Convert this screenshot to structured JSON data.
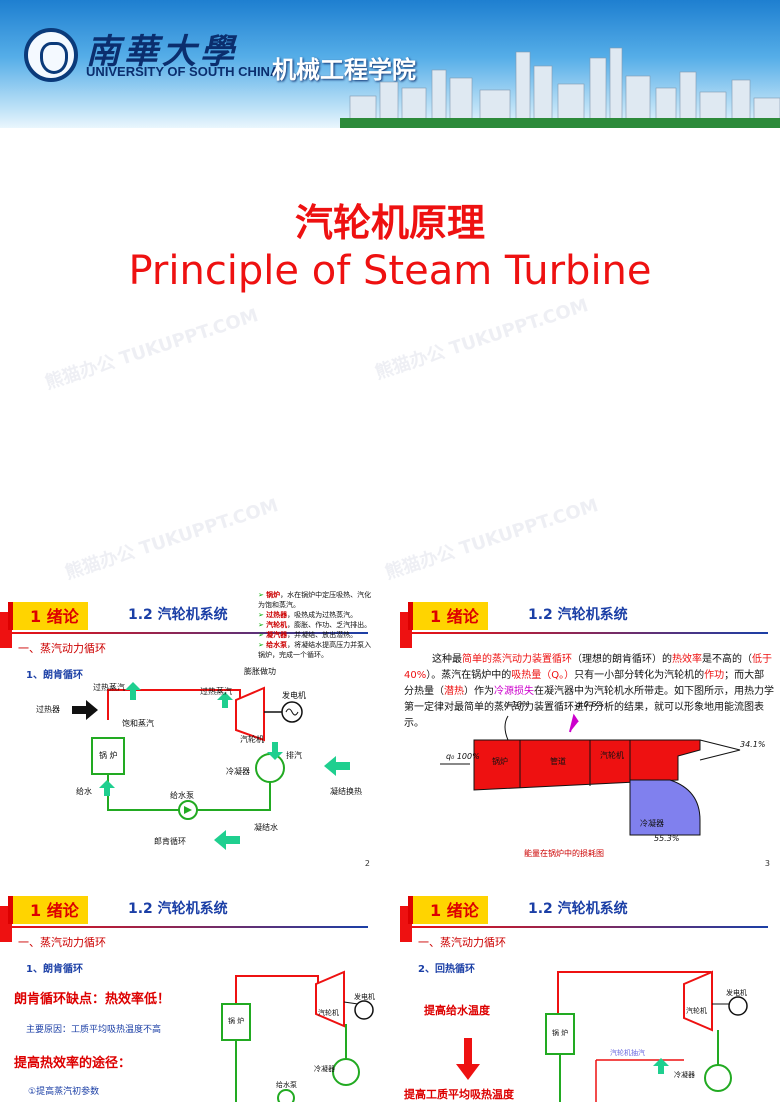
{
  "header": {
    "university_cn": "南華大學",
    "university_en": "UNIVERSITY OF SOUTH CHINA",
    "college": "机械工程学院"
  },
  "cover": {
    "title_cn": "汽轮机原理",
    "title_en": "Principle of Steam Turbine"
  },
  "watermark": "熊猫办公 TUKUPPT.COM",
  "slides": [
    {
      "chapter": "1 绪论",
      "topic": "1.2 汽轮机系统",
      "section": "一、蒸汽动力循环",
      "subsection": "1、朗肯循环",
      "notes": [
        {
          "term": "锅炉",
          "text": "，水在锅炉中定压吸热、汽化为饱和蒸汽。"
        },
        {
          "term": "过热器",
          "text": "，吸热成为过热蒸汽。"
        },
        {
          "term": "汽轮机",
          "text": "，膨胀、作功、乏汽排出。"
        },
        {
          "term": "凝汽器",
          "text": "，并凝结、放出潜热。"
        },
        {
          "term": "给水泵",
          "text": "，将凝结水提高压力并泵入锅炉，完成一个循环。"
        }
      ],
      "labels": {
        "superheated": "过热蒸汽",
        "superheated2": "过热蒸汽",
        "expansion": "膨胀做功",
        "superheater": "过热器",
        "saturated": "饱和蒸汽",
        "boiler": "锅 炉",
        "turbine": "汽轮机",
        "generator": "发电机",
        "exhaust": "排汽",
        "condenser": "冷凝器",
        "cond_heat": "凝结换热",
        "feed": "给水",
        "pump": "给水泵",
        "condensate": "凝结水",
        "cycle": "郎肯循环"
      },
      "page": "2"
    },
    {
      "chapter": "1 绪论",
      "topic": "1.2 汽轮机系统",
      "paragraph": {
        "p1": "这种最",
        "p2": "简单的蒸汽动力装置循环",
        "p3": "（理想的朗肯循环）的",
        "p4": "热效率",
        "p5": "是不高的（",
        "p6": "低于40%",
        "p7": "）。蒸汽在锅炉中的",
        "p8": "吸热量（Q。）",
        "p9": "只有一小部分转化为汽轮机的",
        "p10": "作功",
        "p11": "；而大部分热量（",
        "p12": "潜热",
        "p13": "）作为",
        "p14": "冷源损失",
        "p15": "在凝汽器中为汽轮机水所带走。如下图所示，用热力学第一定律对最简单的蒸汽动力装置循环进行分析的结果，就可以形象地用能流图表示。"
      },
      "flow": {
        "in_label": "q₀ 100%",
        "loss1": "q 10%",
        "loss2": "q 0.6%",
        "out": "34.1%",
        "cold": "55.3%",
        "boiler": "锅炉",
        "pipe": "管道",
        "turbine": "汽轮机",
        "condenser": "冷凝器",
        "caption": "能量在锅炉中的损耗图"
      },
      "page": "3"
    },
    {
      "chapter": "1 绪论",
      "topic": "1.2 汽轮机系统",
      "section": "一、蒸汽动力循环",
      "subsection": "1、朗肯循环",
      "headline": "朗肯循环缺点：热效率低！",
      "reason": "主要原因：工质平均吸热温度不高",
      "ways": "提高热效率的途径：",
      "way1": "①提高蒸汽初参数",
      "labels": {
        "boiler": "锅 炉",
        "turbine": "汽轮机",
        "generator": "发电机",
        "pump": "给水泵",
        "condenser": "冷凝器"
      }
    },
    {
      "chapter": "1 绪论",
      "topic": "1.2 汽轮机系统",
      "section": "一、蒸汽动力循环",
      "subsection": "2、回热循环",
      "raise1": "提高给水温度",
      "raise2": "提高工质平均吸热温度",
      "labels": {
        "boiler": "锅 炉",
        "turbine": "汽轮机",
        "generator": "发电机",
        "extraction": "汽轮机抽汽",
        "condenser": "冷凝器"
      }
    }
  ],
  "colors": {
    "accent_red": "#ee1111",
    "accent_blue": "#1b3fa6",
    "pipe_green": "#22aa22",
    "arrow_teal": "#1fcf8f"
  }
}
